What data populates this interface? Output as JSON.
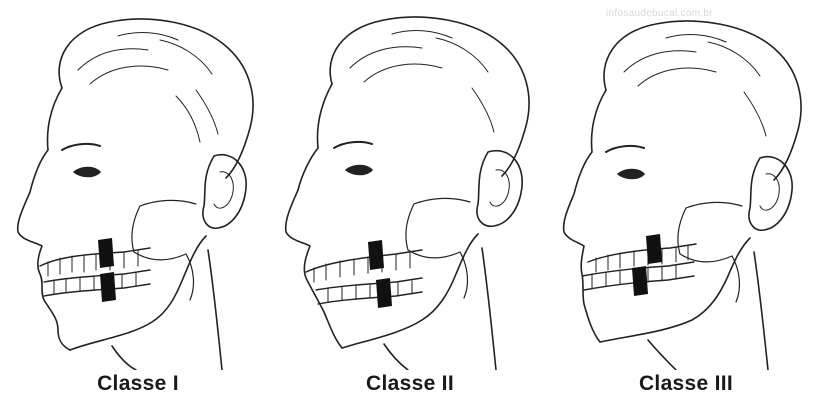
{
  "watermark": "infosaudebucal.com.br",
  "panels": [
    {
      "label": "Classe I"
    },
    {
      "label": "Classe II"
    },
    {
      "label": "Classe III"
    }
  ]
}
